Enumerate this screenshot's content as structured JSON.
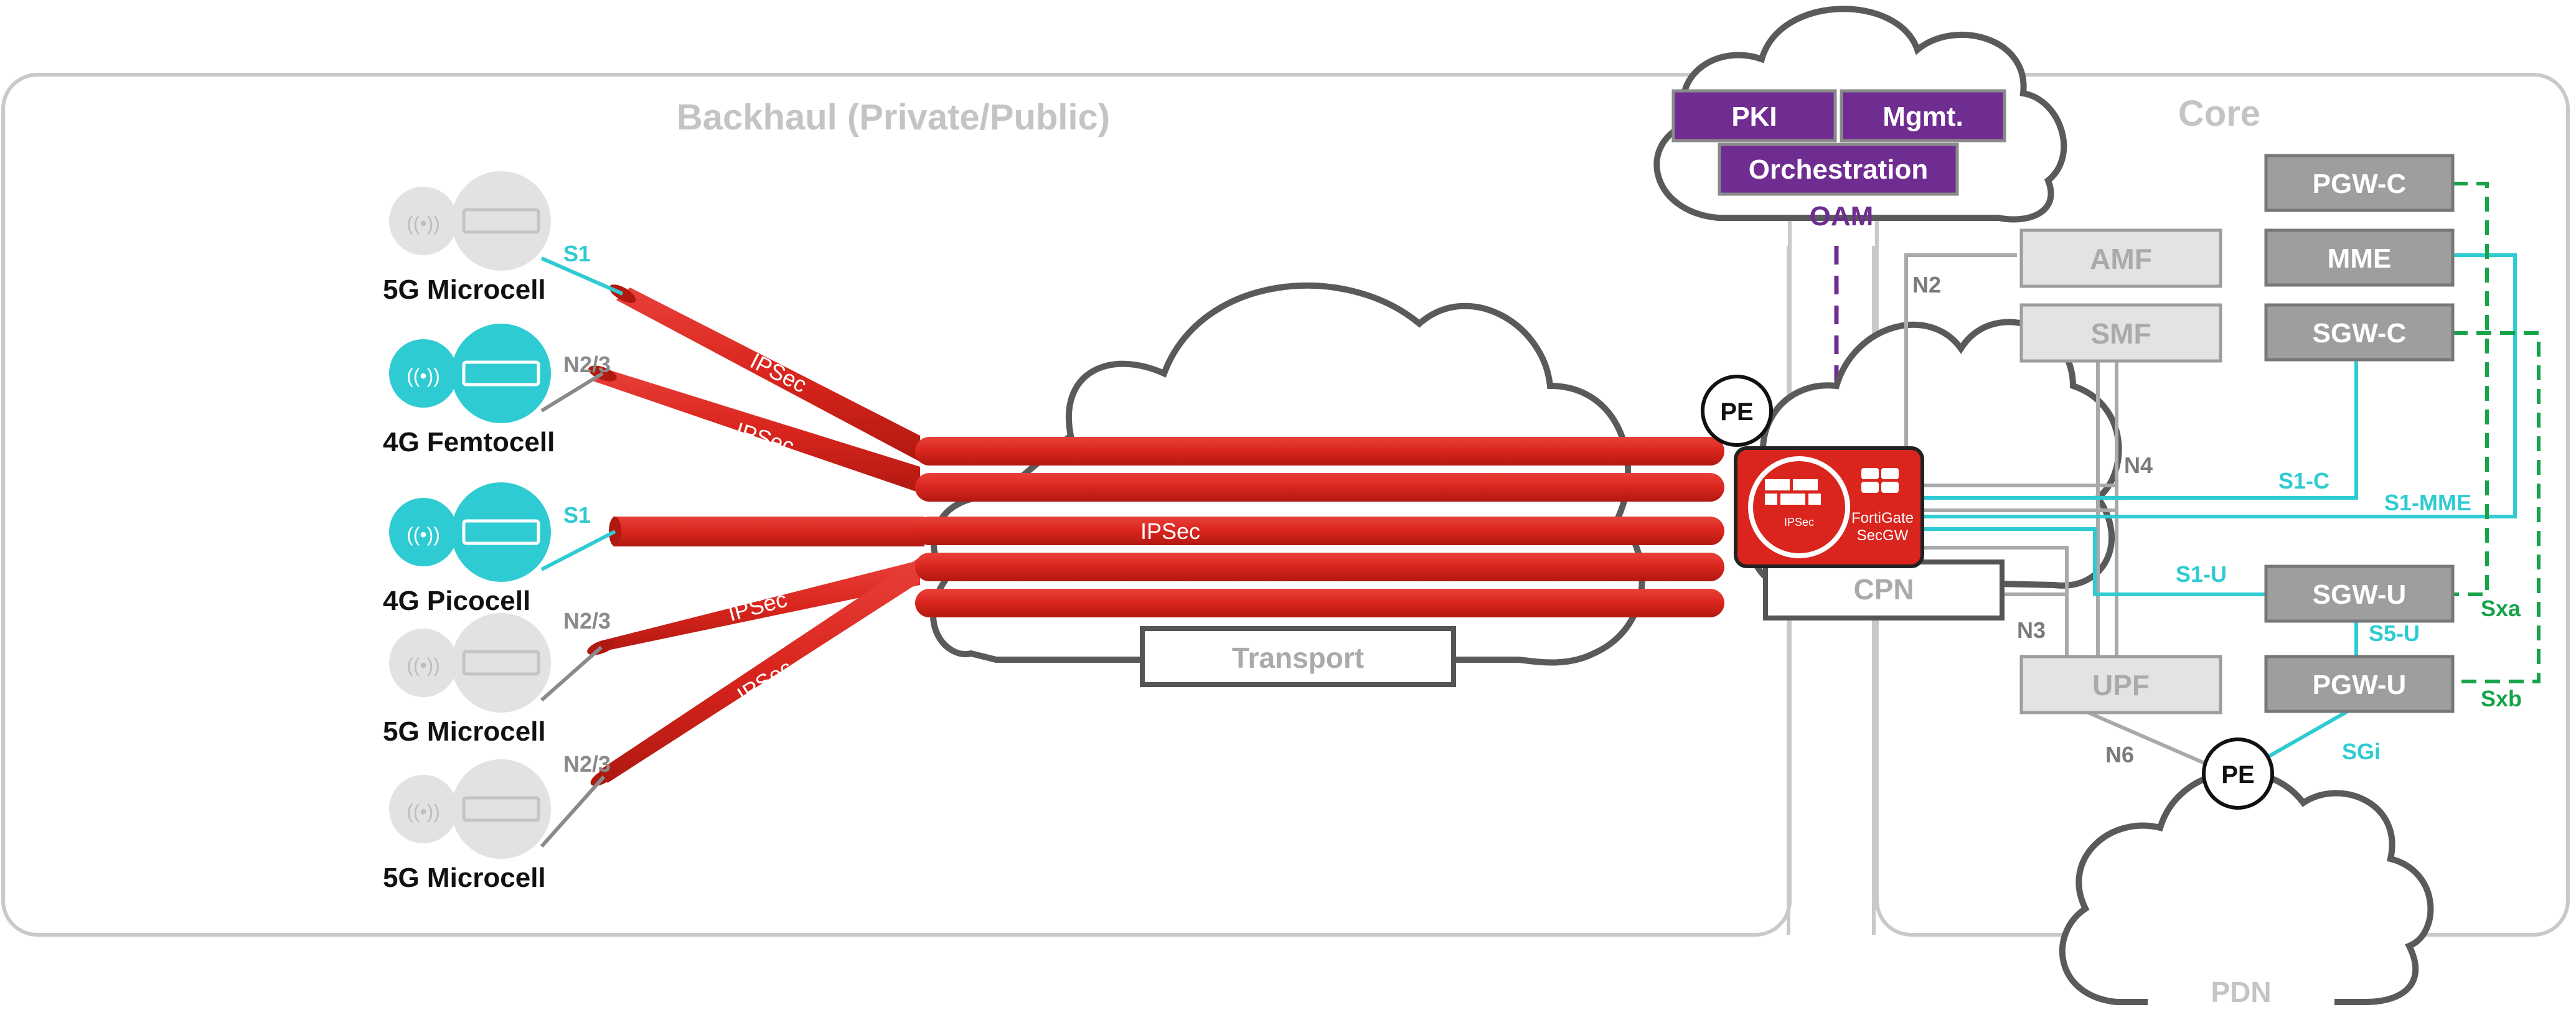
{
  "regions": {
    "backhaul": "Backhaul (Private/Public)",
    "core": "Core"
  },
  "cells": [
    {
      "label": "5G Microcell",
      "link": "S1",
      "active": false
    },
    {
      "label": "4G Femtocell",
      "link": "N2/3",
      "active": true
    },
    {
      "label": "4G Picocell",
      "link": "S1",
      "active": true
    },
    {
      "label": "5G Microcell",
      "link": "N2/3",
      "active": false
    },
    {
      "label": "5G Microcell",
      "link": "N2/3",
      "active": false
    }
  ],
  "tunnel_label": "IPSec",
  "clouds": {
    "transport": "Transport",
    "oam": "OAM",
    "cpn": "CPN",
    "pdn": "PDN"
  },
  "oam_boxes": {
    "pki": "PKI",
    "mgmt": "Mgmt.",
    "orchestration": "Orchestration"
  },
  "pe": "PE",
  "secgw": {
    "line1": "FortiGate",
    "line2": "SecGW",
    "icon_text": "IPSec"
  },
  "nodes_5g": {
    "amf": "AMF",
    "smf": "SMF",
    "upf": "UPF"
  },
  "nodes_4g": {
    "pgwc": "PGW-C",
    "mme": "MME",
    "sgwc": "SGW-C",
    "sgwu": "SGW-U",
    "pgwu": "PGW-U"
  },
  "interfaces": {
    "n2": "N2",
    "n3": "N3",
    "n4": "N4",
    "n6": "N6",
    "s1c": "S1-C",
    "s1mme": "S1-MME",
    "s1u": "S1-U",
    "s5u": "S5-U",
    "sxa": "Sxa",
    "sxb": "Sxb",
    "sgi": "SGi"
  },
  "colors": {
    "tunnel": "#d9251d",
    "teal": "#2fcbd2",
    "purple": "#6f2c91",
    "green": "#17a34a",
    "grey_node": "#9e9e9e",
    "light_node": "#e3e3e3"
  }
}
